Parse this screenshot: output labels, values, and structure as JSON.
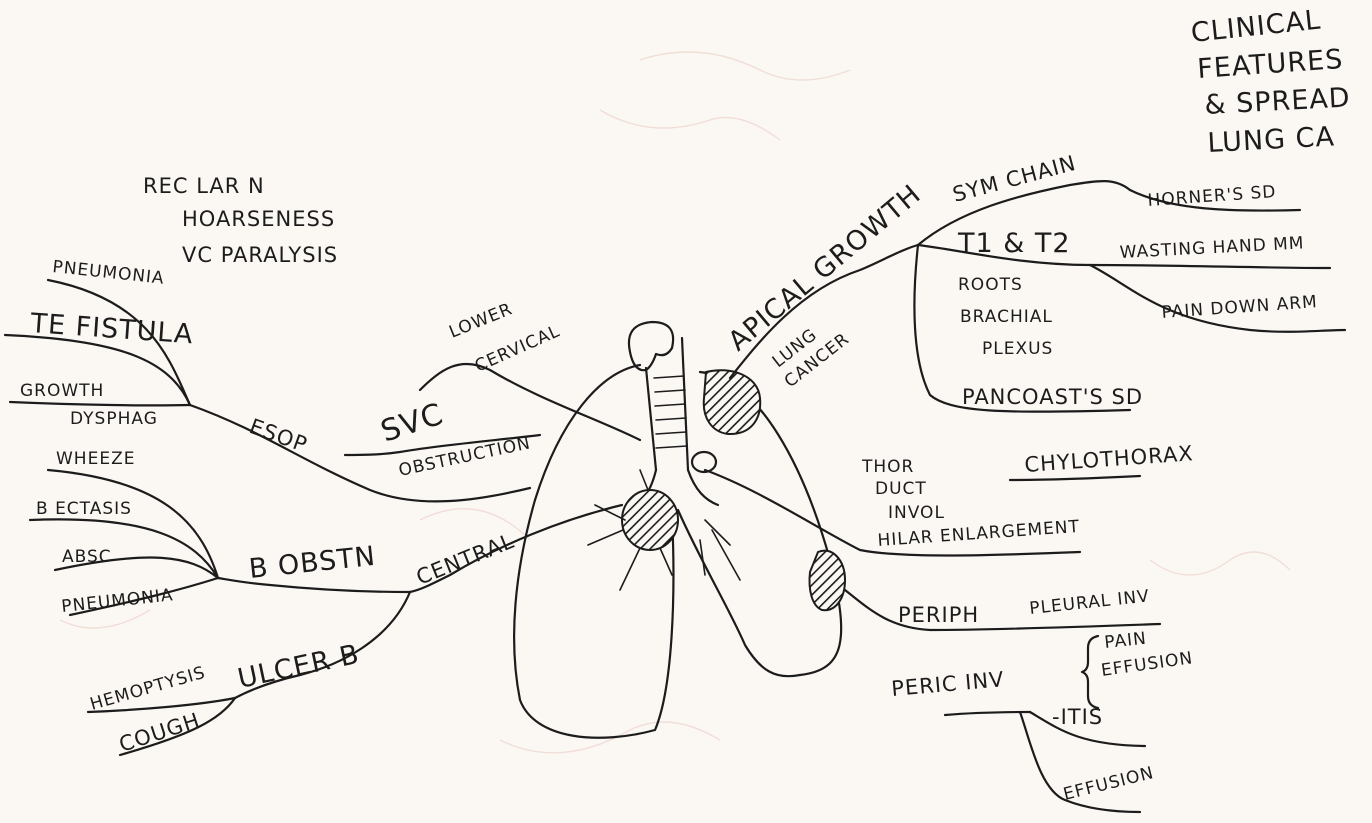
{
  "title": {
    "lines": [
      "CLINICAL",
      "FEATURES",
      "& SPREAD",
      "LUNG CA"
    ]
  },
  "nodes": {
    "apical_growth": "APICAL GROWTH",
    "lung_cancer": [
      "LUNG",
      "CANCER"
    ],
    "sym_chain": "SYM CHAIN",
    "horners_sd": "HORNER'S SD",
    "t1_t2": "T1 & T2",
    "roots_brachial_plexus": [
      "ROOTS",
      "BRACHIAL",
      "PLEXUS"
    ],
    "wasting_hand_mm": "WASTING HAND MM",
    "pain_down_arm": "PAIN DOWN ARM",
    "pancoasts_sd": "PANCOAST'S SD",
    "thor_duct_invol": [
      "THOR",
      "DUCT",
      "INVOL"
    ],
    "chylothorax": "CHYLOTHORAX",
    "hilar_enlargement": "HILAR ENLARGEMENT",
    "periph": "PERIPH",
    "pleural_inv": "PLEURAL INV",
    "pain_effusion": [
      "PAIN",
      "EFFUSION"
    ],
    "peric_inv": "PERIC INV",
    "itis": "-ITIS",
    "effusion": "EFFUSION",
    "rec_lar_n": [
      "REC LAR N",
      "HOARSENESS",
      "VC PARALYSIS"
    ],
    "pneumonia_top": "PNEUMONIA",
    "te_fistula": "TE FISTULA",
    "growth_dysphag": [
      "GROWTH",
      "DYSPHAG"
    ],
    "esop": "ESOP",
    "lower_cervical": [
      "LOWER",
      "CERVICAL"
    ],
    "svc_obstruction": [
      "SVC",
      "OBSTRUCTION"
    ],
    "wheeze": "WHEEZE",
    "bronchiectasis": "B ECTASIS",
    "absc": "ABSC",
    "pneumonia_bottom": "PNEUMONIA",
    "b_obstn": "B OBSTN",
    "central": "CENTRAL",
    "ulcer_b": "ULCER B",
    "haemoptysis": "HEMOPTYSIS",
    "cough": "COUGH"
  }
}
